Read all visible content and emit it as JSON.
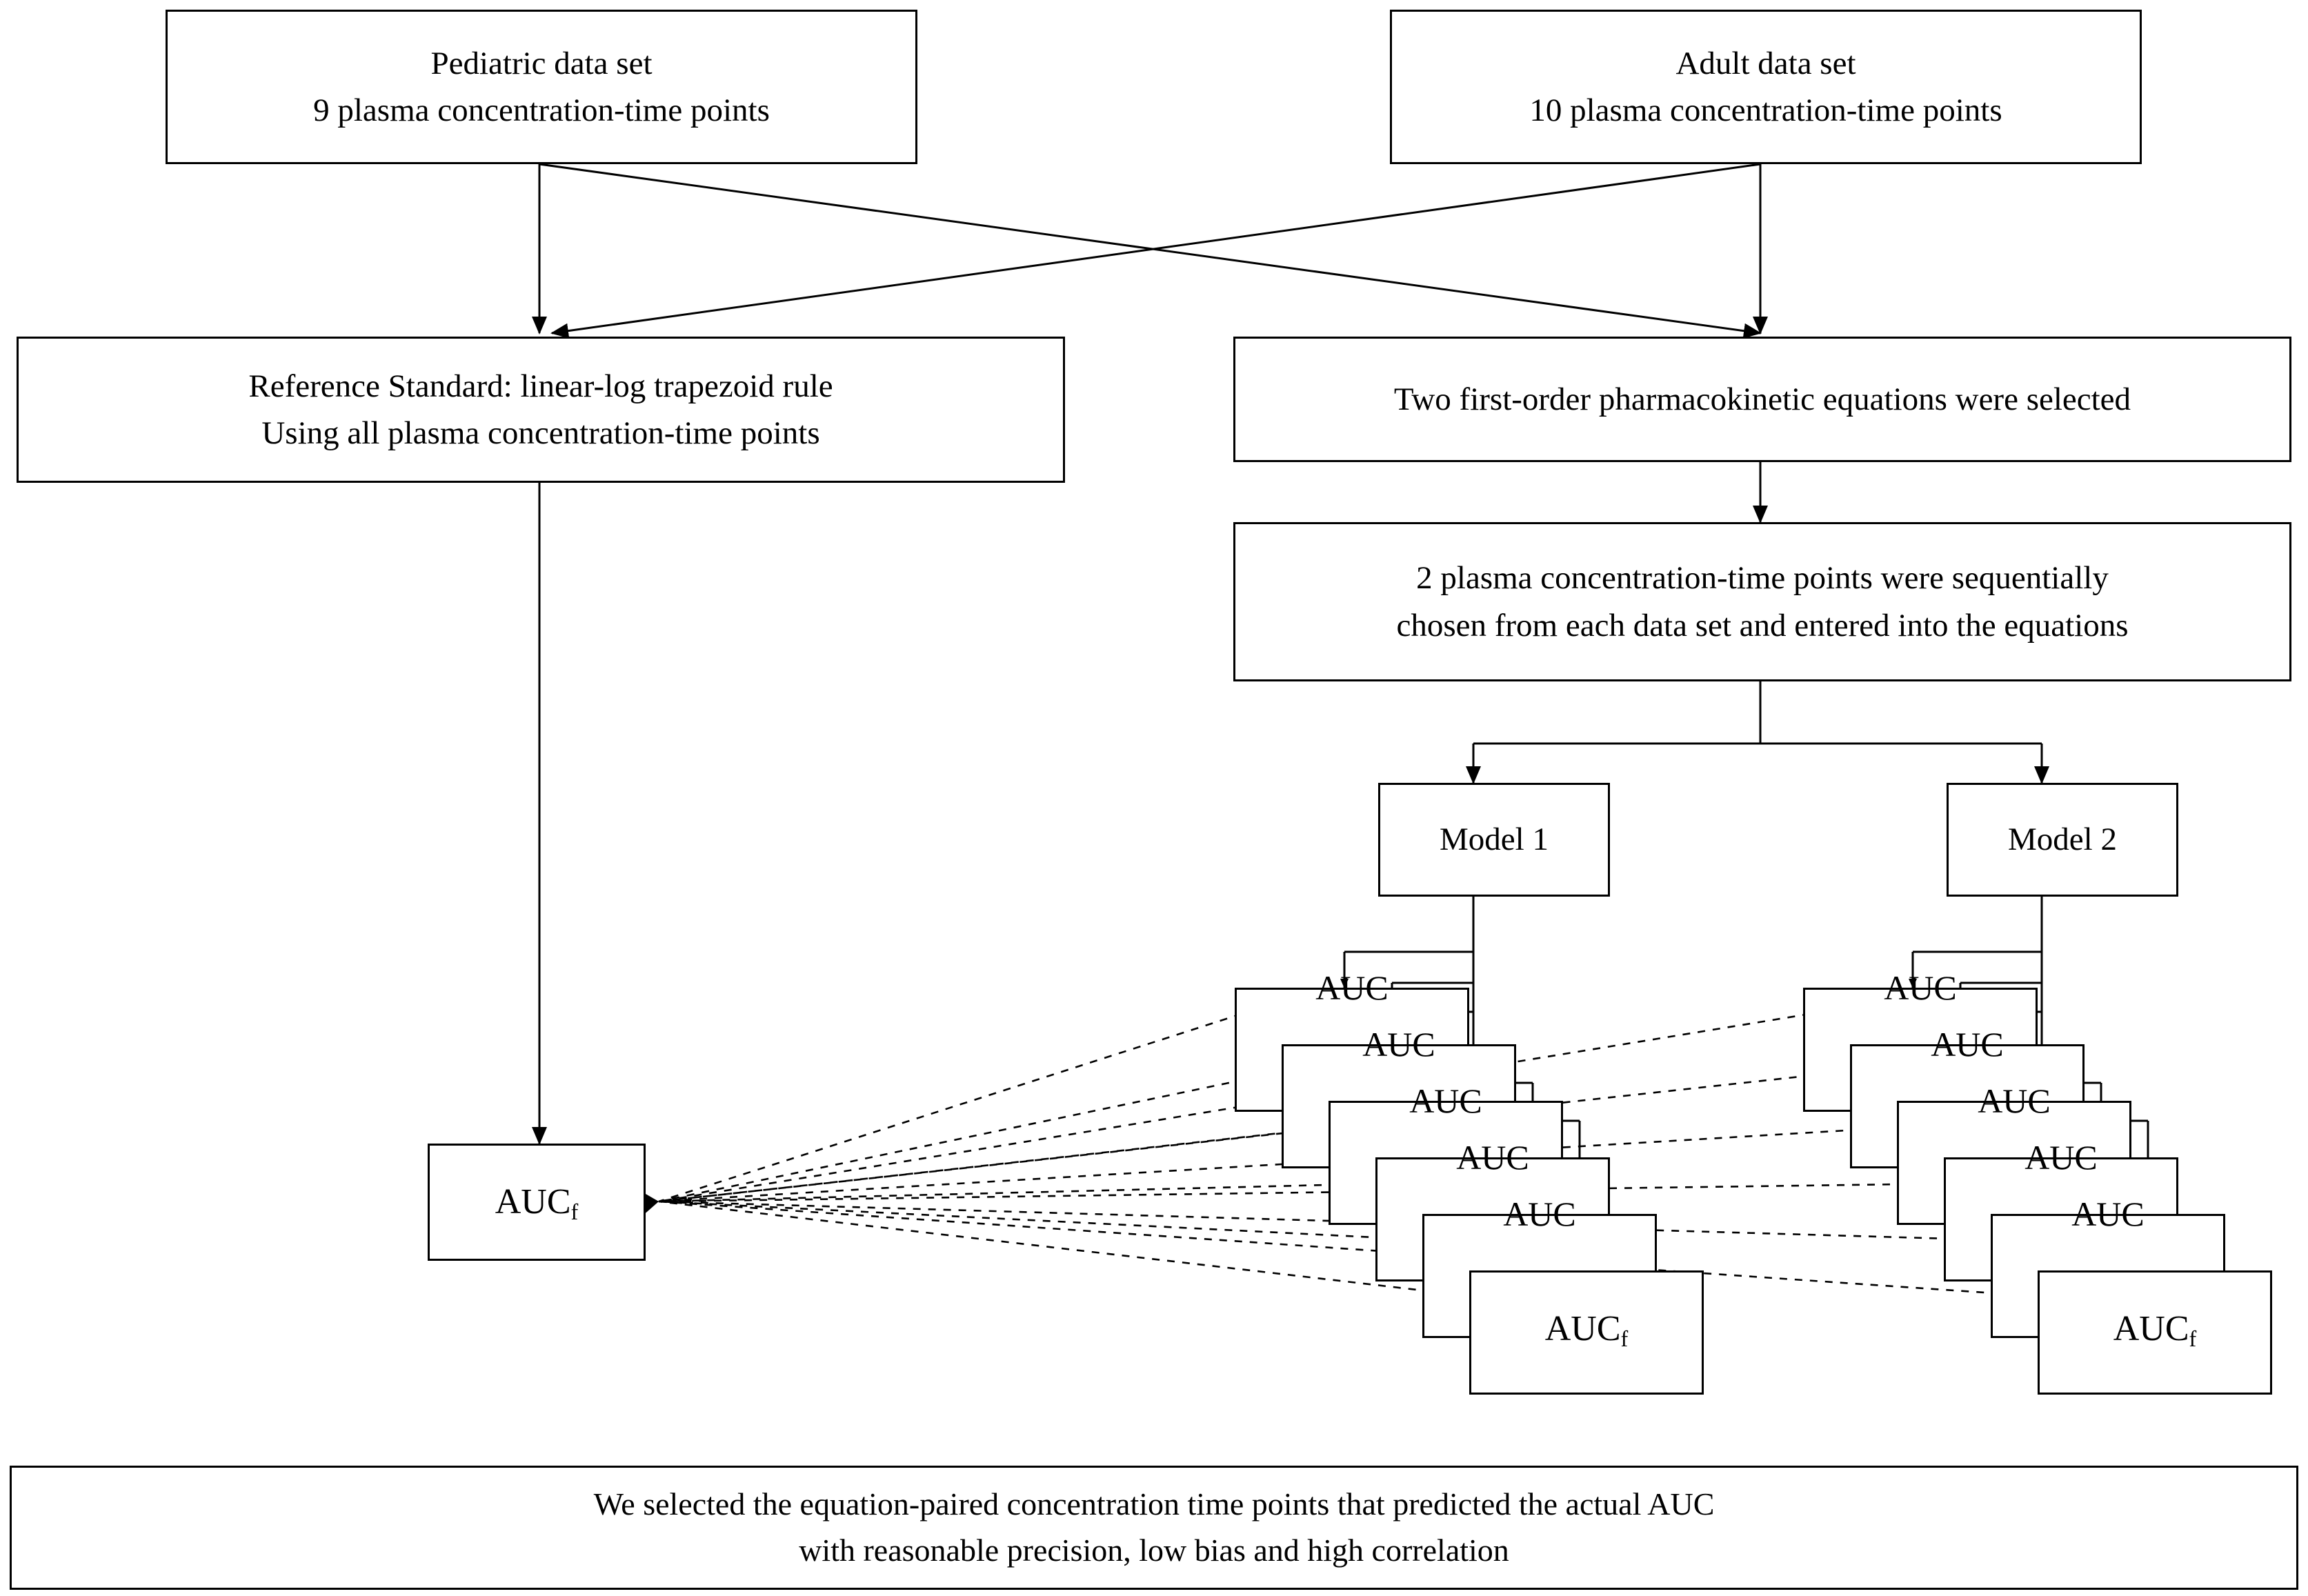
{
  "diagram": {
    "title_present": false,
    "background_color": "#ffffff",
    "line_color": "#000000",
    "nodes": {
      "pediatric": {
        "line1": "Pediatric data set",
        "line2": "9 plasma concentration-time points"
      },
      "adult": {
        "line1": "Adult data set",
        "line2": "10 plasma concentration-time points"
      },
      "reference_standard": {
        "line1": "Reference Standard: linear-log trapezoid rule",
        "line2": "Using all plasma concentration-time points"
      },
      "equations_selected": {
        "line1": "Two first-order pharmacokinetic equations were selected"
      },
      "points_chosen": {
        "line1": "2 plasma concentration-time points were sequentially",
        "line2": "chosen from each data set and entered into the equations"
      },
      "model1": {
        "label": "Model 1"
      },
      "model2": {
        "label": "Model 2"
      },
      "reference_auc": {
        "label": "AUC",
        "subscript": "f"
      },
      "conclusion": {
        "line1": "We selected the equation-paired concentration time points that predicted the actual AUC",
        "line2": "with reasonable precision, low bias and high correlation"
      }
    },
    "cascades": {
      "model1_stack": {
        "intermediate_label": "AUC",
        "final_label": "AUC",
        "final_subscript": "f",
        "count": 6
      },
      "model2_stack": {
        "intermediate_label": "AUC",
        "final_label": "AUC",
        "final_subscript": "f",
        "count": 6
      }
    }
  }
}
